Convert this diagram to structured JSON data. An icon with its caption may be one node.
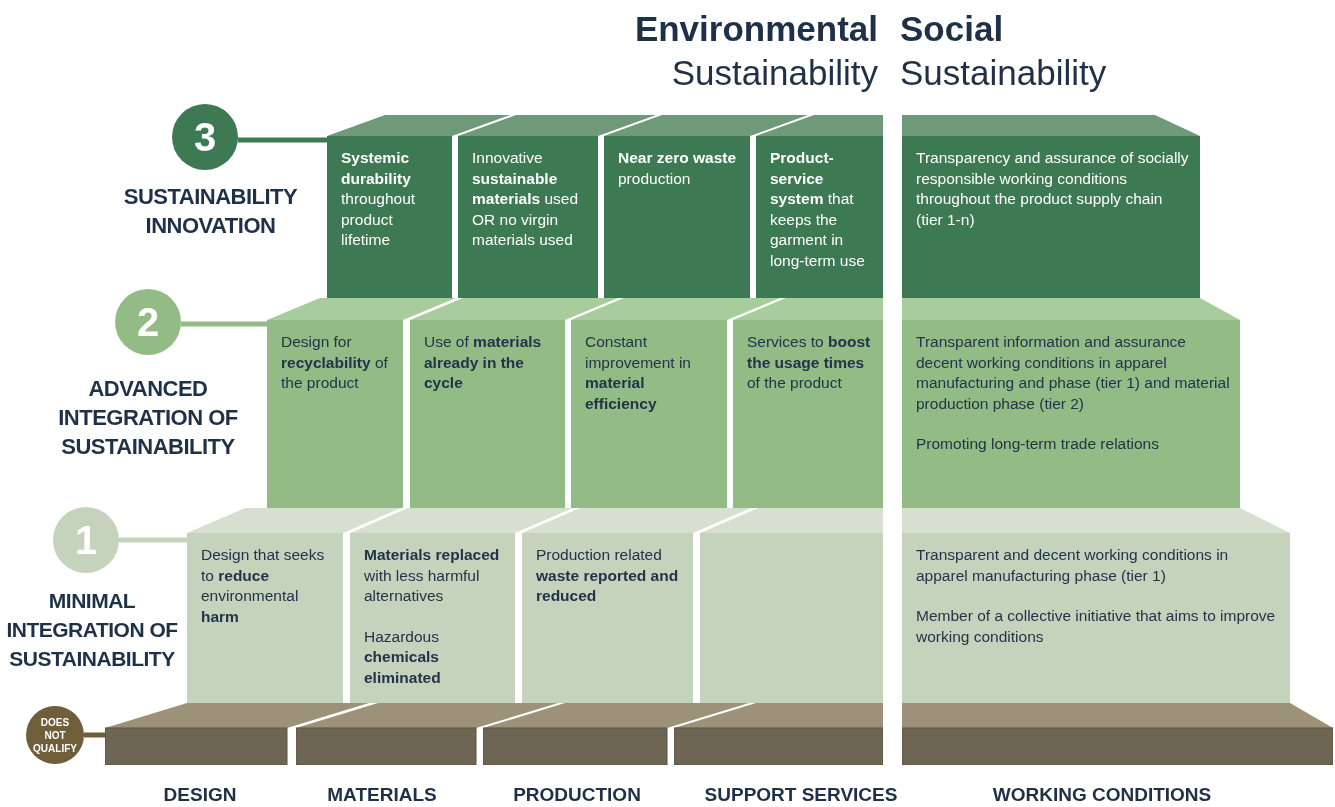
{
  "diagram": {
    "nodes": [
      {
        "text": [
          "3"
        ],
        "beside": [
          "SUSTAINABILITY INNOVATION"
        ]
      },
      {
        "text": [
          "2"
        ],
        "beside": [
          "ADVANCED INTEGRATION OF SUSTAINABILITY"
        ]
      },
      {
        "text": [
          "1"
        ],
        "beside": [
          "MINIMAL INTEGRATION OF SUSTAINABILITY"
        ]
      },
      {
        "text": [
          "DOES NOT QUALIFY"
        ]
      },
      {
        "text": [
          "**Systemic durability** throughout product lifetime"
        ]
      },
      {
        "text": [
          "Innovative **sustainable materials** used OR no virgin materials used"
        ]
      },
      {
        "text": [
          "**Near zero waste** production"
        ]
      },
      {
        "text": [
          "**Product-service system** that keeps the garment in long-term use"
        ]
      },
      {
        "text": [
          "Transparency and assurance of socially responsible working conditions throughout the product supply chain (tier 1-n)"
        ]
      },
      {
        "text": [
          "Design for **recyclability** of the product"
        ]
      },
      {
        "text": [
          "Use of **materials already in the cycle**"
        ]
      },
      {
        "text": [
          "Constant improvement in **material efficiency**"
        ]
      },
      {
        "text": [
          "Services to **boost the usage times** of the product"
        ]
      },
      {
        "text": [
          "Transparent information and assurance decent working conditions in apparel manufacturing and phase (tier 1) and material production phase (tier 2)",
          "Promoting long-term trade relations"
        ]
      },
      {
        "text": [
          "Design that seeks to **reduce** environmental **harm**"
        ]
      },
      {
        "text": [
          "**Materials replaced** with less harmful alternatives",
          "Hazardous **chemicals eliminated**"
        ]
      },
      {
        "text": [
          "Production related **waste reported and reduced**"
        ]
      },
      {
        "text": [],
        "shape": "box"
      },
      {
        "text": [
          "Transparent and decent working conditions in apparel manufacturing phase (tier 1)",
          "Member of a collective initiative that aims to improve working conditions"
        ]
      },
      {
        "text": [],
        "shape": "bar"
      },
      {
        "text": [],
        "shape": "bar"
      },
      {
        "text": [],
        "shape": "bar"
      },
      {
        "text": [],
        "shape": "bar"
      },
      {
        "text": [],
        "shape": "bar"
      }
    ],
    "edges": [
      {
        "from": 0,
        "to": 4,
        "arrow": "none",
        "color": "#3d7a53"
      },
      {
        "from": 1,
        "to": 9,
        "arrow": "none",
        "color": "#93bb85"
      },
      {
        "from": 2,
        "to": 14,
        "arrow": "none",
        "color": "#c5d3bd"
      },
      {
        "from": 3,
        "to": 19,
        "arrow": "none",
        "color": "#6e5f3a"
      }
    ],
    "labels": [
      "Environmental",
      "Social",
      "Sustainability",
      "Sustainability",
      "DESIGN",
      "MATERIALS",
      "PRODUCTION",
      "SUPPORT SERVICES",
      "WORKING CONDITIONS"
    ]
  }
}
